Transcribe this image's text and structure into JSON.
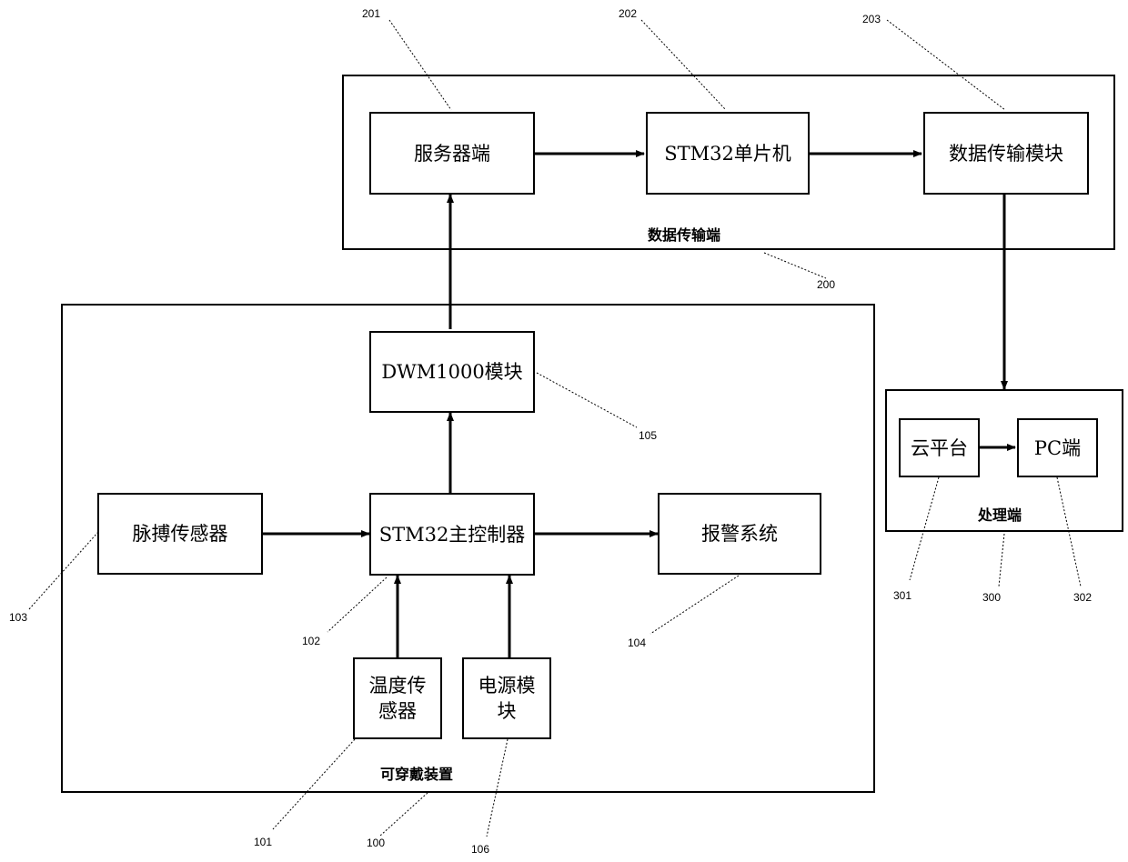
{
  "groups": {
    "data_transmission": {
      "label": "数据传输端",
      "ref": "200"
    },
    "wearable": {
      "label": "可穿戴装置",
      "ref": "100"
    },
    "processing": {
      "label": "处理端",
      "ref": "300"
    }
  },
  "nodes": {
    "server": {
      "text": "服务器端",
      "ref": "201"
    },
    "stm32_mcu": {
      "text": "STM32单片机",
      "ref": "202"
    },
    "data_module": {
      "text": "数据传输模块",
      "ref": "203"
    },
    "dwm1000": {
      "text": "DWM1000模块",
      "ref": "105"
    },
    "pulse_sensor": {
      "text": "脉搏传感器",
      "ref": "103"
    },
    "stm32_main": {
      "text": "STM32主控制器",
      "ref": "102"
    },
    "alarm": {
      "text": "报警系统",
      "ref": "104"
    },
    "temp_sensor": {
      "line1": "温度传",
      "line2": "感器",
      "ref": "101"
    },
    "power": {
      "line1": "电源模",
      "line2": "块",
      "ref": "106"
    },
    "cloud": {
      "text": "云平台",
      "ref": "301"
    },
    "pc": {
      "text": "PC端",
      "ref": "302"
    }
  }
}
